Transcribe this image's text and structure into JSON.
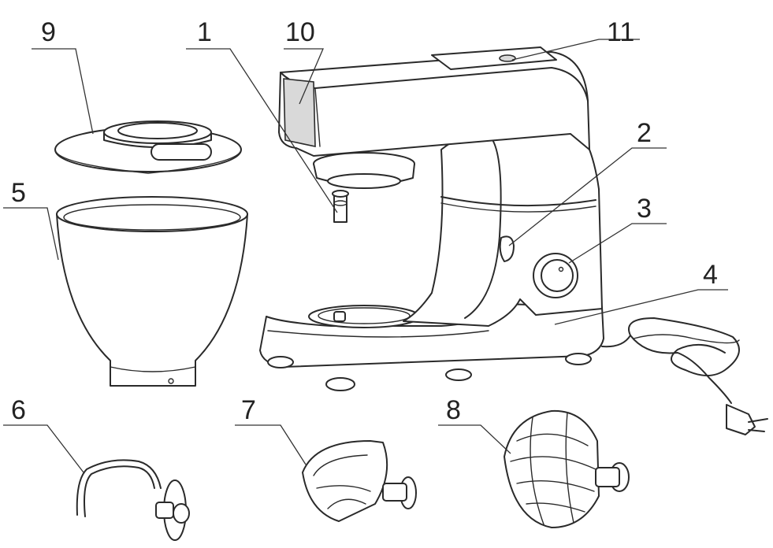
{
  "labels": {
    "1": "1",
    "2": "2",
    "3": "3",
    "4": "4",
    "5": "5",
    "6": "6",
    "7": "7",
    "8": "8",
    "9": "9",
    "10": "10",
    "11": "11"
  }
}
